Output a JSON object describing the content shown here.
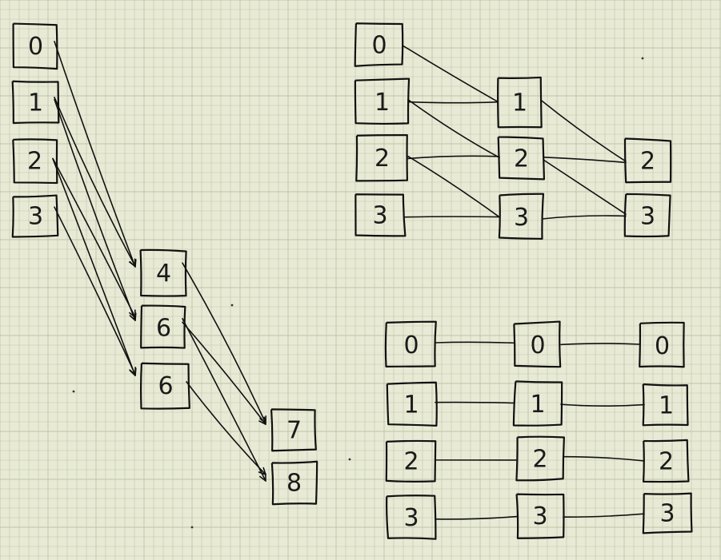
{
  "colors": {
    "paper": "#e9ead6",
    "grid": "#b9c7a6",
    "ink": "#111111"
  },
  "diagrams": [
    {
      "name": "diagram-left",
      "nodes": [
        {
          "id": "L0",
          "label": "0"
        },
        {
          "id": "L1",
          "label": "1"
        },
        {
          "id": "L2",
          "label": "2"
        },
        {
          "id": "L3",
          "label": "3"
        },
        {
          "id": "L4",
          "label": "4"
        },
        {
          "id": "L6a",
          "label": "6"
        },
        {
          "id": "L6b",
          "label": "6"
        },
        {
          "id": "L7",
          "label": "7"
        },
        {
          "id": "L8",
          "label": "8"
        }
      ],
      "edges": [
        {
          "from": "L0",
          "to": "L4"
        },
        {
          "from": "L1",
          "to": "L4"
        },
        {
          "from": "L1",
          "to": "L6a"
        },
        {
          "from": "L2",
          "to": "L6a"
        },
        {
          "from": "L2",
          "to": "L6b"
        },
        {
          "from": "L3",
          "to": "L6b"
        },
        {
          "from": "L4",
          "to": "L7"
        },
        {
          "from": "L6a",
          "to": "L7"
        },
        {
          "from": "L6a",
          "to": "L8"
        },
        {
          "from": "L6b",
          "to": "L8"
        }
      ]
    },
    {
      "name": "diagram-top-right",
      "nodes": [
        {
          "id": "A0",
          "label": "0"
        },
        {
          "id": "A1",
          "label": "1"
        },
        {
          "id": "A2",
          "label": "2"
        },
        {
          "id": "A3",
          "label": "3"
        },
        {
          "id": "B1",
          "label": "1"
        },
        {
          "id": "B2",
          "label": "2"
        },
        {
          "id": "B3",
          "label": "3"
        },
        {
          "id": "C2",
          "label": "2"
        },
        {
          "id": "C3",
          "label": "3"
        }
      ],
      "edges": [
        {
          "from": "A0",
          "to": "B1"
        },
        {
          "from": "A1",
          "to": "B1"
        },
        {
          "from": "A1",
          "to": "B2"
        },
        {
          "from": "A2",
          "to": "B2"
        },
        {
          "from": "A2",
          "to": "B3"
        },
        {
          "from": "A3",
          "to": "B3"
        },
        {
          "from": "B1",
          "to": "C2"
        },
        {
          "from": "B2",
          "to": "C2"
        },
        {
          "from": "B2",
          "to": "C3"
        },
        {
          "from": "B3",
          "to": "C3"
        }
      ]
    },
    {
      "name": "diagram-bottom-right",
      "nodes": [
        {
          "id": "D0",
          "label": "0"
        },
        {
          "id": "D1",
          "label": "1"
        },
        {
          "id": "D2",
          "label": "2"
        },
        {
          "id": "D3",
          "label": "3"
        },
        {
          "id": "E0",
          "label": "0"
        },
        {
          "id": "E1",
          "label": "1"
        },
        {
          "id": "E2",
          "label": "2"
        },
        {
          "id": "E3",
          "label": "3"
        },
        {
          "id": "F0",
          "label": "0"
        },
        {
          "id": "F1",
          "label": "1"
        },
        {
          "id": "F2",
          "label": "2"
        },
        {
          "id": "F3",
          "label": "3"
        }
      ],
      "edges": [
        {
          "from": "D0",
          "to": "E0"
        },
        {
          "from": "D1",
          "to": "E1"
        },
        {
          "from": "D2",
          "to": "E2"
        },
        {
          "from": "D3",
          "to": "E3"
        },
        {
          "from": "E0",
          "to": "F0"
        },
        {
          "from": "E1",
          "to": "F1"
        },
        {
          "from": "E2",
          "to": "F2"
        },
        {
          "from": "E3",
          "to": "F3"
        }
      ]
    }
  ]
}
